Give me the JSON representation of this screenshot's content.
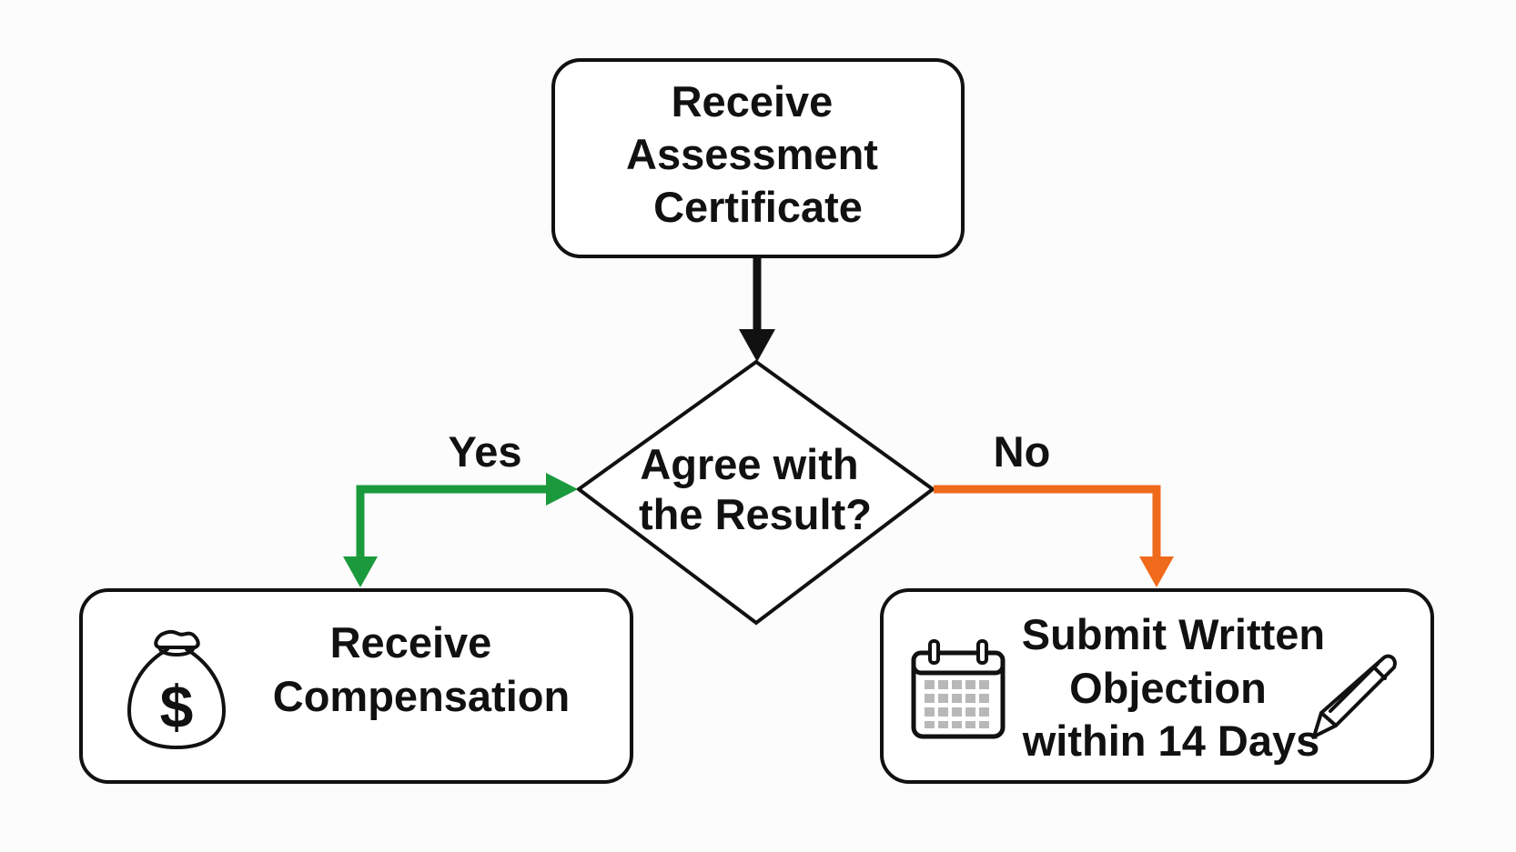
{
  "nodes": {
    "start": {
      "lines": [
        "Receive",
        "Assessment",
        "Certificate"
      ]
    },
    "decision": {
      "lines": [
        "Agree with",
        "the Result?"
      ]
    },
    "yes_outcome": {
      "lines": [
        "Receive",
        "Compensation"
      ],
      "icon": "money-bag-icon"
    },
    "no_outcome": {
      "lines": [
        "Submit Written",
        "Objection",
        "within 14 Days"
      ],
      "icons": [
        "calendar-icon",
        "pen-icon"
      ]
    }
  },
  "branches": {
    "yes": {
      "label": "Yes",
      "color": "#1a9a3c"
    },
    "no": {
      "label": "No",
      "color": "#f06a1c"
    }
  },
  "colors": {
    "stroke": "#111111",
    "main_arrow": "#111111",
    "background": "#fcfcfc"
  }
}
